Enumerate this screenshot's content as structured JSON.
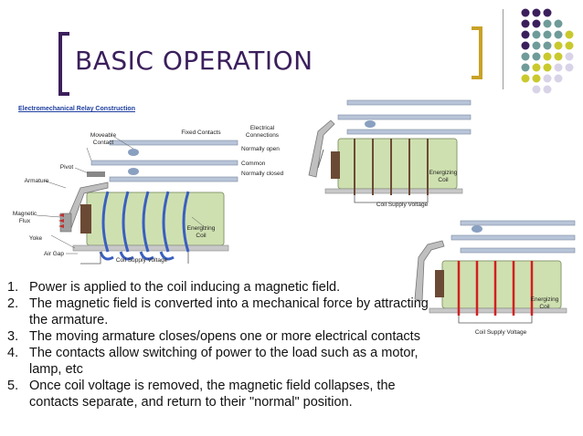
{
  "slide": {
    "title": "BASIC OPERATION",
    "colors": {
      "title": "#3b1f5c",
      "bracket_left": "#3b1f5c",
      "bracket_right": "#c9a227",
      "dot_purple": "#3b1f5c",
      "dot_teal": "#6f9b99",
      "dot_yellow": "#c9c92e",
      "dot_lavender": "#d9d3e8"
    }
  },
  "diagram": {
    "subtitle": "Electromechanical Relay Construction",
    "labels": {
      "fixed_contacts": "Fixed Contacts",
      "electrical_connections": "Electrical Connections",
      "moveable_contact": "Moveable Contact",
      "normally_open": "Normally open",
      "common": "Common",
      "normally_closed": "Normally closed",
      "pivot": "Pivot",
      "armature": "Armature",
      "magnetic_flux": "Magnetic Flux",
      "yoke": "Yoke",
      "air_gap": "Air Gap",
      "energizing_coil": "Energizing Coil",
      "coil_supply_voltage": "Coil Supply Voltage"
    }
  },
  "steps": [
    {
      "num": "1.",
      "text": "Power is applied to the coil inducing a magnetic field."
    },
    {
      "num": "2.",
      "text": "The magnetic field is converted into a mechanical force by attracting the armature."
    },
    {
      "num": "3.",
      "text": "The moving armature closes/opens one or more electrical contacts"
    },
    {
      "num": "4.",
      "text": "The contacts allow switching of power to the load such as a motor, lamp, etc"
    },
    {
      "num": "5.",
      "text": "Once coil voltage is removed, the magnetic field collapses, the contacts separate, and return to their \"normal\" position."
    }
  ]
}
